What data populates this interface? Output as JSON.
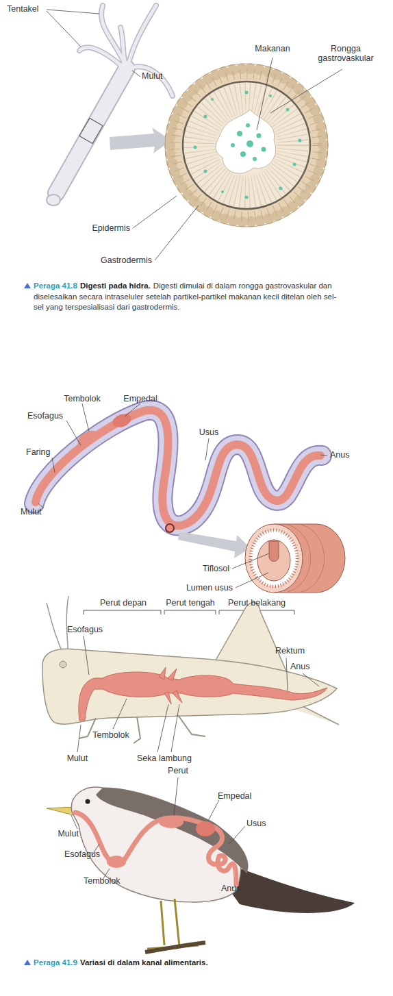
{
  "diagram": {
    "labels": [
      "Tentakel",
      "Mulut",
      "Makanan",
      "Rongga gastrovaskular",
      "Epidermis",
      "Gastrodermis",
      "Peraga 41.8",
      "Digesti pada hidra.",
      "Digesti dimulai di dalam rongga gastrovaskular dan diselesaikan secara intraseluler setelah partikel-partikel makanan kecil ditelan oleh sel-sel yang terspesialisasi dari gastrodermis.",
      "Tembolok",
      "Empedal",
      "Esofagus",
      "Usus",
      "Faring",
      "Anus",
      "Mulut",
      "Tiflosol",
      "Lumen usus",
      "Perut depan",
      "Perut tengah",
      "Perut belakang",
      "Esofagus",
      "Rektum",
      "Anus",
      "Tembolok",
      "Mulut",
      "Seka lambung",
      "Perut",
      "Empedal",
      "Mulut",
      "Usus",
      "Esofagus",
      "Tembolok",
      "Anus",
      "Peraga 41.9",
      "Variasi di dalam kanal alimentaris."
    ]
  }
}
